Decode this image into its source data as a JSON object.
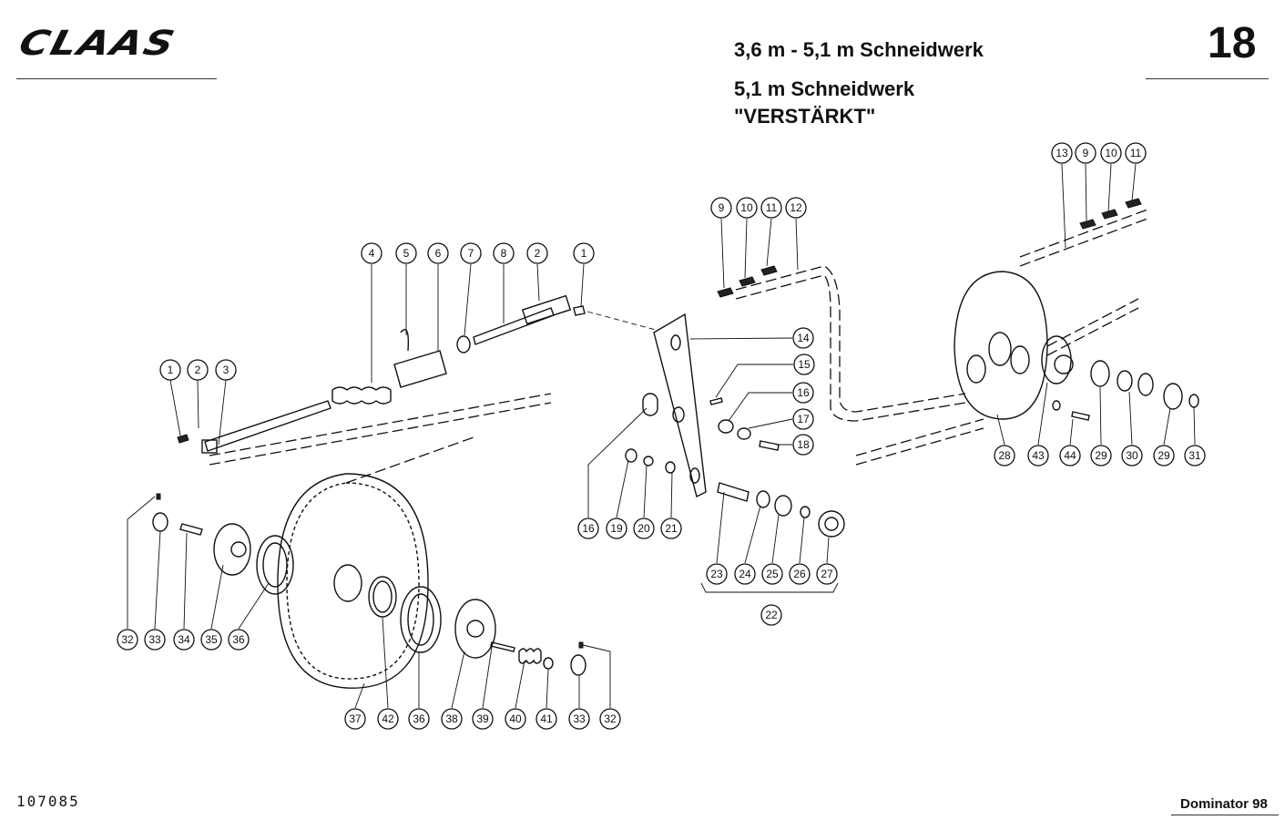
{
  "header": {
    "logo_text": "CLAAS",
    "title_line1": "3,6 m - 5,1 m Schneidwerk",
    "title_line2": "5,1 m Schneidwerk",
    "title_line3": "\"VERSTÄRKT\"",
    "page_number": "18"
  },
  "footer": {
    "drawing_number": "107085",
    "model": "Dominator 98"
  },
  "callouts": [
    "1",
    "2",
    "3",
    "1",
    "2",
    "4",
    "5",
    "6",
    "7",
    "8",
    "9",
    "10",
    "11",
    "12",
    "13",
    "9",
    "10",
    "11",
    "14",
    "15",
    "16",
    "17",
    "18",
    "16",
    "19",
    "20",
    "21",
    "23",
    "24",
    "25",
    "26",
    "27",
    "22",
    "28",
    "43",
    "44",
    "29",
    "30",
    "29",
    "31",
    "32",
    "33",
    "34",
    "35",
    "36",
    "37",
    "42",
    "36",
    "38",
    "39",
    "40",
    "41",
    "33",
    "32"
  ]
}
